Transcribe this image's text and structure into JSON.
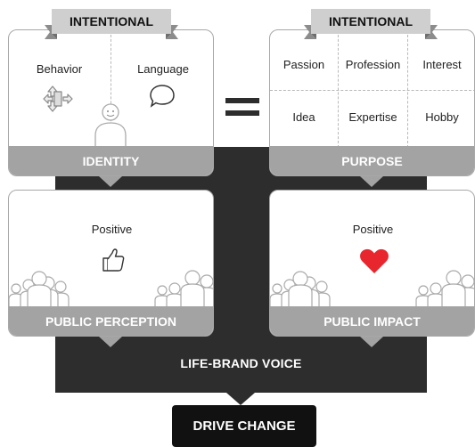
{
  "identity_card": {
    "banner": "INTENTIONAL",
    "left_label": "Behavior",
    "right_label": "Language",
    "footer": "IDENTITY",
    "icons": [
      "arrows-icon",
      "speech-bubble-icon",
      "person-icon"
    ]
  },
  "purpose_card": {
    "banner": "INTENTIONAL",
    "cells": [
      "Passion",
      "Profession",
      "Interest",
      "Idea",
      "Expertise",
      "Hobby"
    ],
    "footer": "PURPOSE"
  },
  "perception_card": {
    "label": "Positive",
    "footer": "PUBLIC PERCEPTION",
    "icons": [
      "thumbs-up-icon",
      "crowd-icon"
    ]
  },
  "impact_card": {
    "label": "Positive",
    "footer": "PUBLIC IMPACT",
    "icons": [
      "heart-icon",
      "crowd-icon"
    ]
  },
  "voice_label": "LIFE-BRAND VOICE",
  "drive_label": "DRIVE CHANGE",
  "colors": {
    "dark": "#2d2d2d",
    "footer_gray": "#a3a3a3",
    "banner_gray": "#cfcfcf",
    "heart": "#e8262d",
    "drive_box": "#111111"
  }
}
